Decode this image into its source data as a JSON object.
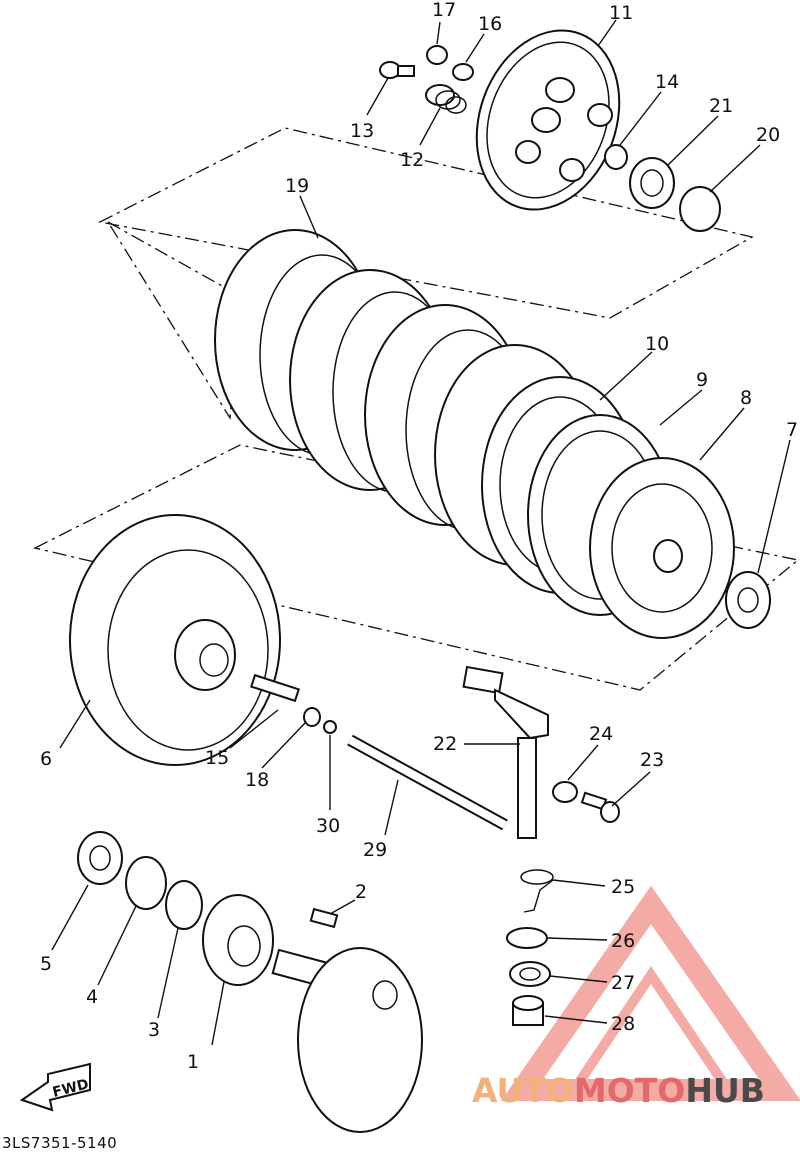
{
  "diagram": {
    "part_labels": [
      "1",
      "2",
      "3",
      "4",
      "5",
      "6",
      "7",
      "8",
      "9",
      "10",
      "11",
      "12",
      "13",
      "14",
      "15",
      "16",
      "17",
      "18",
      "19",
      "20",
      "21",
      "22",
      "23",
      "24",
      "25",
      "26",
      "27",
      "28",
      "29",
      "30"
    ],
    "fwd_label": "FWD",
    "drawing_code": "3LS7351-5140"
  },
  "watermark": {
    "part1": "AUTO",
    "part2": "MOTO",
    "part3": "HUB",
    "color_auto": "#f0b27a",
    "color_moto": "#e26a6a",
    "color_hub": "#4a4a4a",
    "triangle_color": "#e8463c"
  }
}
